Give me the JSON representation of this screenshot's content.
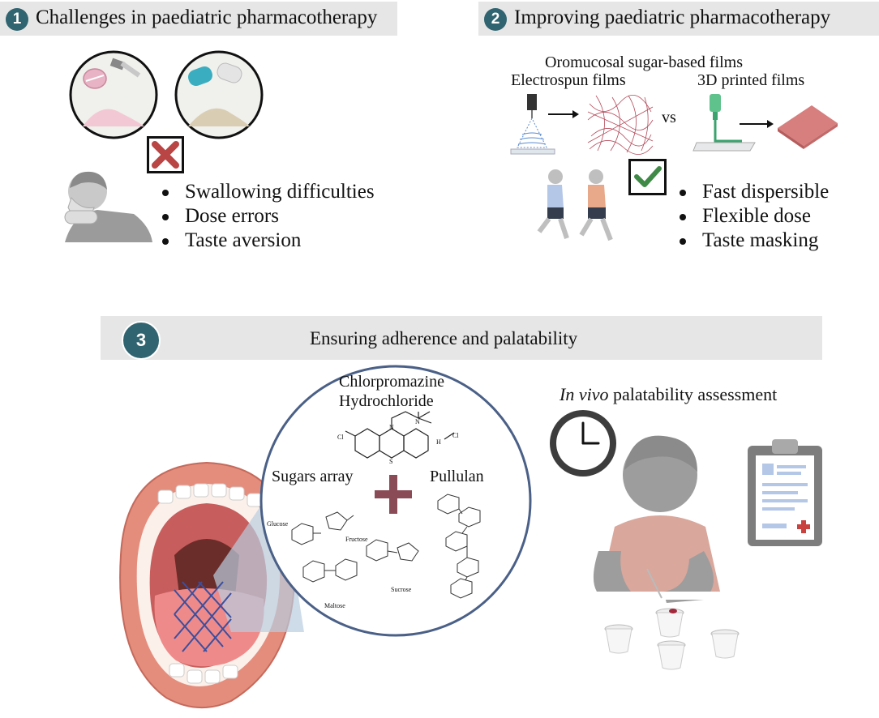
{
  "panel1": {
    "number": "1",
    "title": "Challenges in paediatric pharmacotherapy",
    "bullets": [
      "Swallowing difficulties",
      "Dose errors",
      "Taste aversion"
    ],
    "icons": [
      "crushed-tablet-icon",
      "opened-capsule-icon",
      "red-cross-icon",
      "crying-child-icon"
    ]
  },
  "panel2": {
    "number": "2",
    "title": "Improving paediatric pharmacotherapy",
    "subtitle": "Oromucosal sugar-based films",
    "electrospun_label": "Electrospun films",
    "printed_label": "3D printed films",
    "vs": "vs",
    "bullets": [
      "Fast dispersible",
      "Flexible dose",
      "Taste masking"
    ],
    "icons": [
      "electrospinning-icon",
      "fiber-mesh-icon",
      "3d-printer-icon",
      "printed-film-icon",
      "green-check-icon",
      "running-children-icon"
    ]
  },
  "panel3": {
    "number": "3",
    "title": "Ensuring adherence and palatability",
    "drug_line1": "Chlorpromazine",
    "drug_line2": "Hydrochloride",
    "sugars_label": "Sugars array",
    "pullulan_label": "Pullulan",
    "sugar_names": [
      "Glucose",
      "Fructose",
      "Maltose",
      "Sucrose"
    ],
    "chem_atoms": [
      "Cl",
      "N",
      "S",
      "N",
      "H",
      "Cl"
    ],
    "assessment_italic": "In vivo",
    "assessment_rest": " palatability assessment",
    "icons": [
      "open-mouth-icon",
      "magnifier-circle-icon",
      "plus-icon",
      "clock-icon",
      "clipboard-icon",
      "tasting-child-icon",
      "cup-icon"
    ]
  },
  "colors": {
    "number_badge": "#2f6470",
    "band": "#e6e6e6",
    "cross": "#b94545",
    "check": "#3f8a46",
    "plus": "#8a4a56",
    "film": "#d77e7e",
    "skin": "#d9d9d9"
  }
}
